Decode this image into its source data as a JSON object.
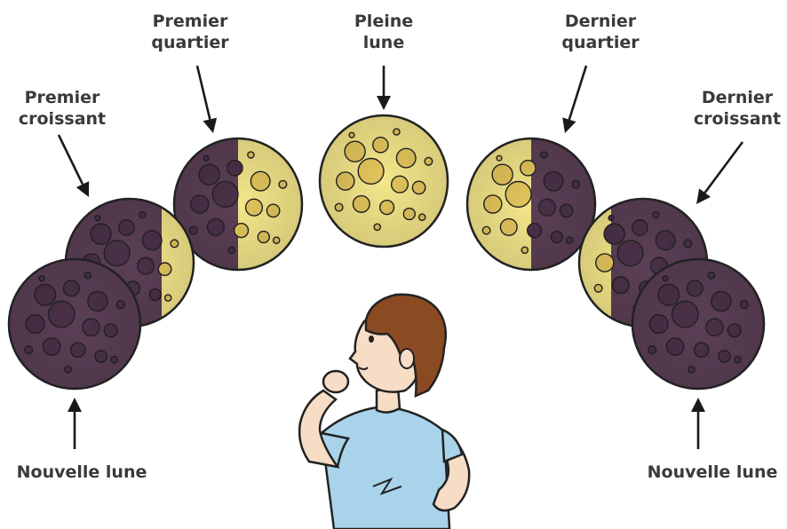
{
  "labels": {
    "premier_croissant": [
      "Premier",
      "croissant"
    ],
    "premier_quartier": [
      "Premier",
      "quartier"
    ],
    "pleine_lune": [
      "Pleine",
      "lune"
    ],
    "dernier_quartier": [
      "Dernier",
      "quartier"
    ],
    "dernier_croissant": [
      "Dernier",
      "croissant"
    ],
    "nouvelle_lune_left": "Nouvelle lune",
    "nouvelle_lune_right": "Nouvelle lune"
  },
  "phases": [
    {
      "id": "nouvelle-lune-left",
      "lit_fraction": 0.0,
      "lit_side": "none"
    },
    {
      "id": "premier-croissant",
      "lit_fraction": 0.25,
      "lit_side": "right"
    },
    {
      "id": "premier-quartier",
      "lit_fraction": 0.5,
      "lit_side": "right"
    },
    {
      "id": "pleine-lune",
      "lit_fraction": 1.0,
      "lit_side": "full"
    },
    {
      "id": "dernier-quartier",
      "lit_fraction": 0.5,
      "lit_side": "left"
    },
    {
      "id": "dernier-croissant",
      "lit_fraction": 0.25,
      "lit_side": "left"
    },
    {
      "id": "nouvelle-lune-right",
      "lit_fraction": 0.0,
      "lit_side": "none"
    }
  ],
  "colors": {
    "dark": "#5b3f56",
    "lit": "#f4e68a",
    "outline": "#222222",
    "crater_dark": "#4a3148",
    "crater_lit": "#e3c55c",
    "shirt": "#a9d3ea",
    "hair": "#8a4a22",
    "skin": "#f7dcc6"
  }
}
